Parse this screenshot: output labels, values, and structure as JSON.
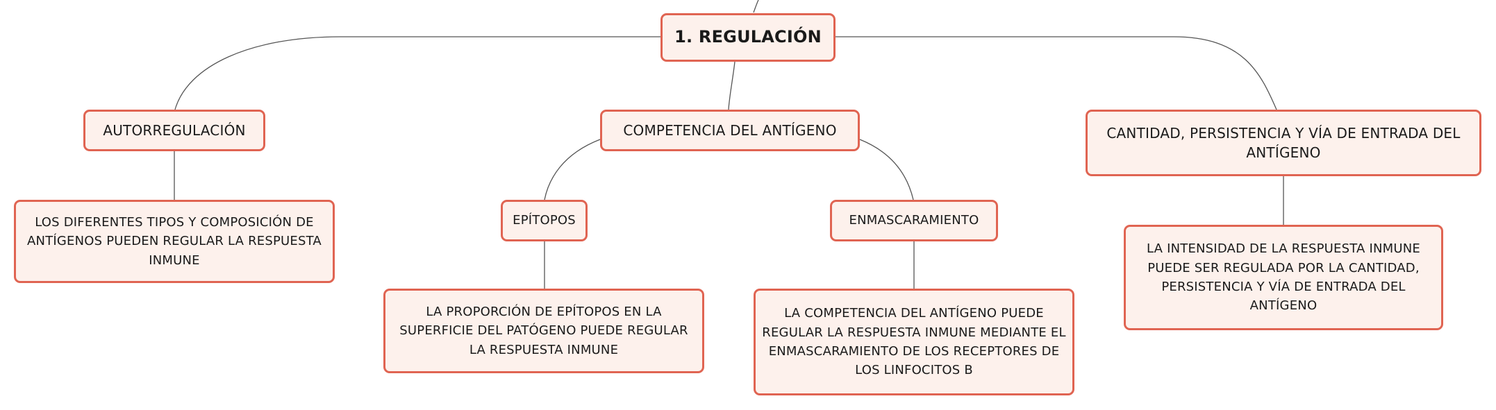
{
  "diagram": {
    "root": {
      "label": "1. REGULACIÓN"
    },
    "branches": [
      {
        "label": "AUTORREGULACIÓN",
        "children": [
          {
            "label": "LOS DIFERENTES TIPOS Y COMPOSICIÓN DE ANTÍGENOS PUEDEN REGULAR LA RESPUESTA INMUNE"
          }
        ]
      },
      {
        "label": "COMPETENCIA DEL ANTÍGENO",
        "children": [
          {
            "label": "EPÍTOPOS",
            "children": [
              {
                "label": "LA PROPORCIÓN DE EPÍTOPOS EN LA SUPERFICIE DEL PATÓGENO PUEDE REGULAR LA RESPUESTA INMUNE"
              }
            ]
          },
          {
            "label": "ENMASCARAMIENTO",
            "children": [
              {
                "label": "LA COMPETENCIA DEL ANTÍGENO PUEDE REGULAR LA RESPUESTA INMUNE MEDIANTE EL ENMASCARAMIENTO DE LOS RECEPTORES DE LOS LINFOCITOS B"
              }
            ]
          }
        ]
      },
      {
        "label": "CANTIDAD, PERSISTENCIA Y VÍA DE ENTRADA DEL ANTÍGENO",
        "children": [
          {
            "label": "LA INTENSIDAD DE LA RESPUESTA INMUNE PUEDE SER REGULADA POR LA CANTIDAD, PERSISTENCIA Y VÍA DE ENTRADA DEL ANTÍGENO"
          }
        ]
      }
    ]
  },
  "colors": {
    "node_fill": "#fdf1ec",
    "node_border": "#e06452",
    "connector": "#555555",
    "text": "#1a1a1a"
  }
}
